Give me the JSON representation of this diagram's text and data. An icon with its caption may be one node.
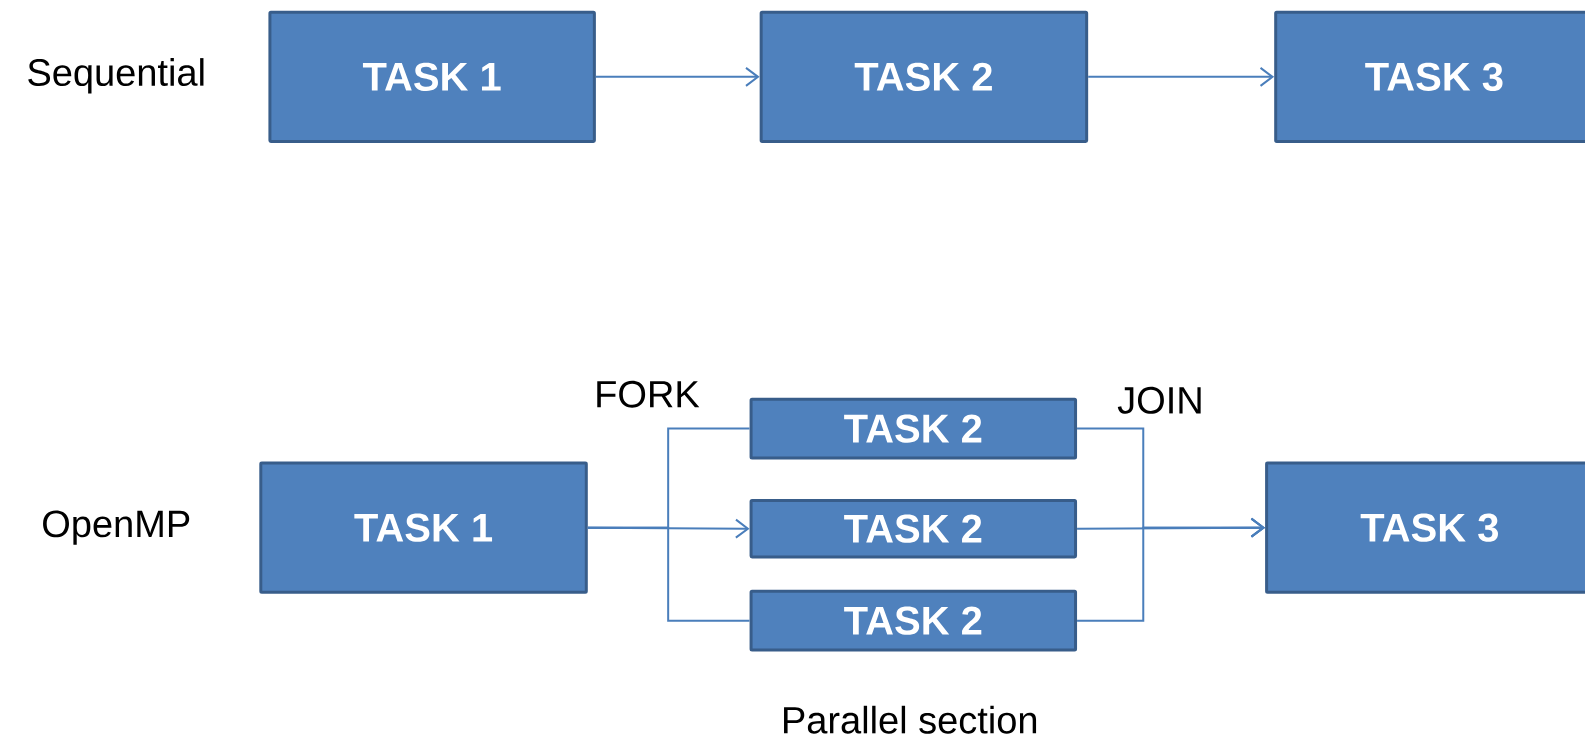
{
  "diagram": {
    "nodes": [
      {
        "text": [
          "TASK 1"
        ]
      },
      {
        "text": [
          "TASK 2"
        ]
      },
      {
        "text": [
          "TASK 3"
        ]
      },
      {
        "text": [
          "TASK 1"
        ]
      },
      {
        "text": [
          "TASK 2"
        ]
      },
      {
        "text": [
          "TASK 2"
        ]
      },
      {
        "text": [
          "TASK 2"
        ]
      },
      {
        "text": [
          "TASK 3"
        ]
      }
    ],
    "edges": [
      {
        "from": 0,
        "to": 1,
        "arrow": "to"
      },
      {
        "from": 1,
        "to": 2,
        "arrow": "to"
      },
      {
        "from": 3,
        "to": 4,
        "arrow": "none"
      },
      {
        "from": 3,
        "to": 5,
        "arrow": "to"
      },
      {
        "from": 3,
        "to": 6,
        "arrow": "none"
      },
      {
        "from": 4,
        "to": 7,
        "arrow": "to"
      },
      {
        "from": 5,
        "to": 7,
        "arrow": "to"
      },
      {
        "from": 6,
        "to": 7,
        "arrow": "to"
      }
    ],
    "labels": [
      "Sequential",
      "FORK",
      "JOIN",
      "OpenMP",
      "Parallel section"
    ]
  }
}
